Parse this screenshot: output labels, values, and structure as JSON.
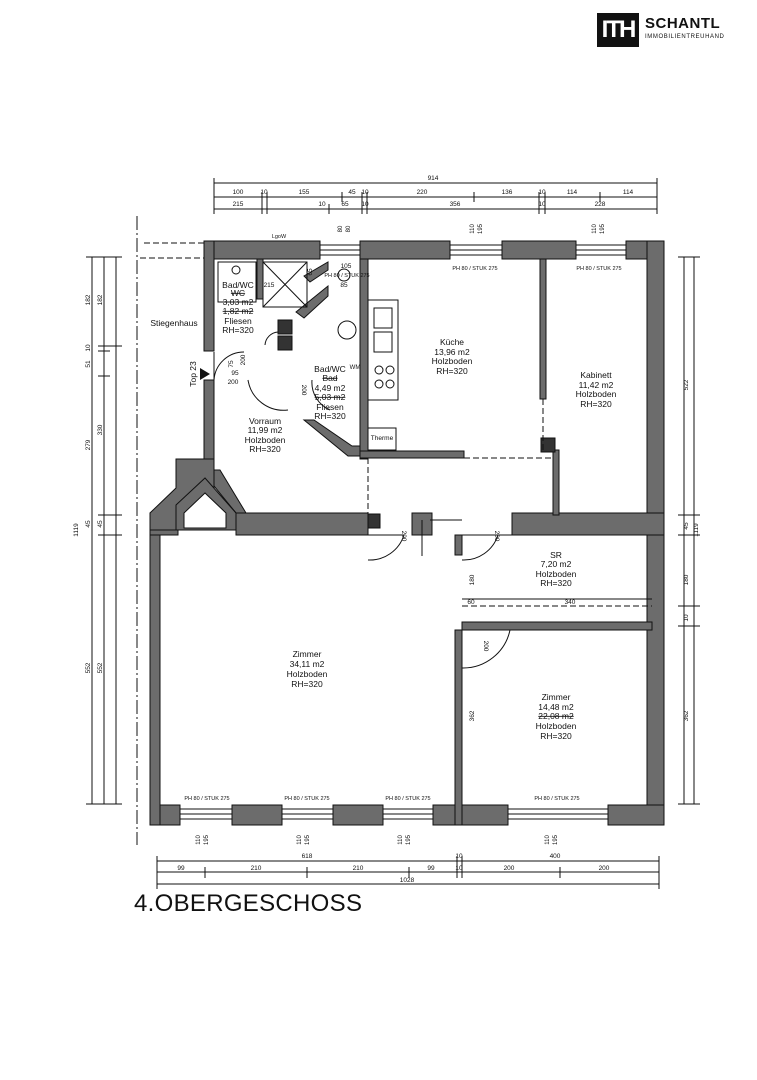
{
  "logo": {
    "mark": "ITH",
    "name": "SCHANTL",
    "tagline": "IMMOBILIENTREUHAND"
  },
  "floor_title": "4.OBERGESCHOSS",
  "stair_label": "Stiegenhaus",
  "entrance_label": "Top 23",
  "rooms": {
    "bad_wc_1": {
      "name": "Bad/WC",
      "old_name": "WC",
      "area": "3,03 m2",
      "old_area": "1,82 m2",
      "floor": "Fliesen",
      "height": "RH=320"
    },
    "bad_wc_2": {
      "name": "Bad/WC",
      "old_name": "Bad",
      "area": "4,49 m2",
      "old_area": "5,03 m2",
      "floor": "Fliesen",
      "height": "RH=320",
      "wm": "WM"
    },
    "vorraum": {
      "name": "Vorraum",
      "area": "11,99 m2",
      "floor": "Holzboden",
      "height": "RH=320"
    },
    "kueche": {
      "name": "Küche",
      "area": "13,96 m2",
      "floor": "Holzboden",
      "height": "RH=320",
      "therme": "Therme"
    },
    "kabinett": {
      "name": "Kabinett",
      "area": "11,42 m2",
      "floor": "Holzboden",
      "height": "RH=320"
    },
    "sr": {
      "name": "SR",
      "area": "7,20 m2",
      "floor": "Holzboden",
      "height": "RH=320"
    },
    "zimmer_big": {
      "name": "Zimmer",
      "area": "34,11 m2",
      "floor": "Holzboden",
      "height": "RH=320"
    },
    "zimmer_small": {
      "name": "Zimmer",
      "area": "14,48 m2",
      "old_area": "22,08 m2",
      "floor": "Holzboden",
      "height": "RH=320"
    }
  },
  "window_tags": {
    "top_kitchen": "PH 80 / STUK 275",
    "top_kabinett": "PH 80 / STUK 275",
    "top_wc": "PH 80 / STUK 275",
    "bottom_1": "PH 80 / STUK 275",
    "bottom_2": "PH 80 / STUK 275",
    "bottom_3": "PH 80 / STUK 275",
    "bottom_4": "PH 80 / STUK 275",
    "lgw": "LgoW"
  },
  "dims_top": {
    "total": "914",
    "row1": [
      "100",
      "10",
      "155",
      "45",
      "10",
      "220",
      "136",
      "10",
      "114",
      "114"
    ],
    "row2": [
      "215",
      "10",
      "65",
      "10",
      "356",
      "10",
      "228"
    ]
  },
  "dims_bottom": {
    "row1": [
      "618",
      "10",
      "400"
    ],
    "row2": [
      "99",
      "210",
      "210",
      "99",
      "10",
      "200",
      "200"
    ],
    "total": "1028"
  },
  "dims_left": {
    "outer": [
      "182",
      "10",
      "51",
      "279",
      "45",
      "552",
      "1119"
    ],
    "inner": [
      "182",
      "330",
      "45",
      "552"
    ]
  },
  "dims_right": [
    "522",
    "45",
    "180",
    "10",
    "362",
    "1119"
  ],
  "dims_misc": {
    "win_w_110": "110",
    "win_h_195": "195",
    "win_80": "80",
    "win_105": "105",
    "door_200": "200",
    "d_180": "180",
    "d_60": "60",
    "d_340": "340",
    "d_362": "362",
    "d_215": "215",
    "d_95": "95",
    "d_35": "35",
    "d_65": "65",
    "d_85": "85",
    "d_75": "75"
  }
}
